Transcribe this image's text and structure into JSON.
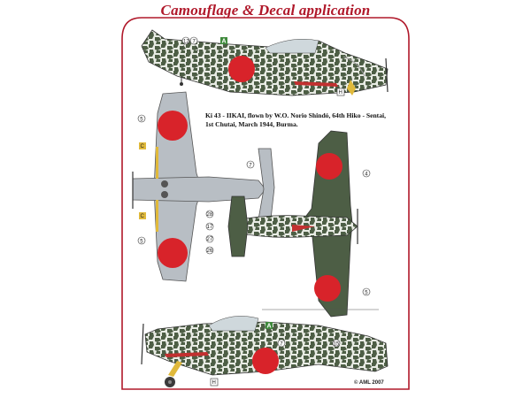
{
  "title": "Camouflage & Decal application",
  "caption": {
    "line1": "Ki 43 - IIKAI, flown by W.O. Norio Shindó, 64th Hiko - Sentai,",
    "line2": "1st Chutai, March 1944, Burma."
  },
  "copyright": "© AML 2007",
  "callouts": {
    "top_profile": [
      "12",
      "7",
      "A",
      "H"
    ],
    "underside": [
      "5",
      "7",
      "C",
      "C",
      "5"
    ],
    "topside": [
      "4",
      "28",
      "17",
      "27",
      "26",
      "5"
    ],
    "bottom_profile": [
      "A",
      "7",
      "15",
      "H"
    ]
  },
  "colors": {
    "frame_border": "#b0182a",
    "hinomaru": "#d8232a",
    "camo_green": "#4d5e45",
    "underside_grey": "#b8bec4",
    "callout_green": "#3f8a3c",
    "callout_yellow": "#e0b93b"
  }
}
